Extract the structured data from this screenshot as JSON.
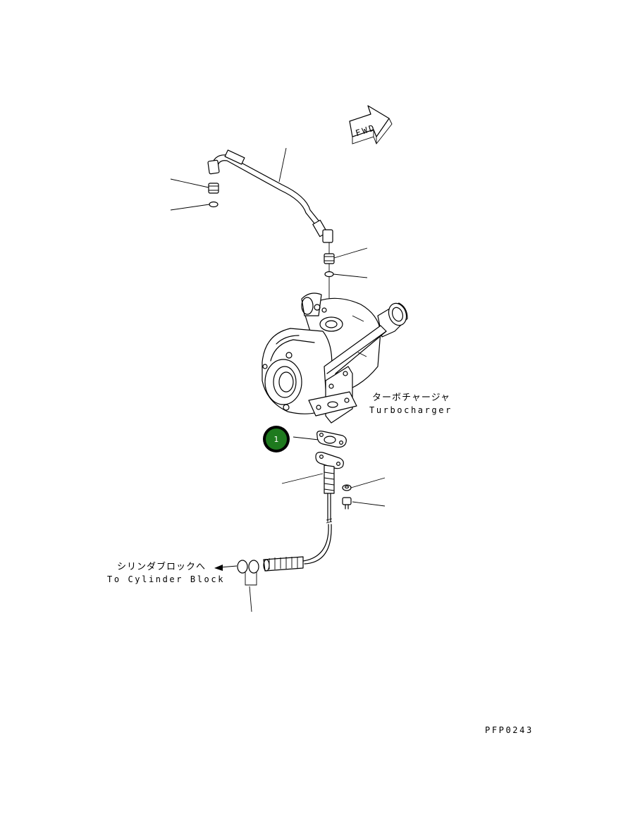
{
  "labels": {
    "fwd": "FWD",
    "turbo_jp": "ターボチャージャ",
    "turbo_en": "Turbocharger",
    "cyl_jp": "シリンダブロックへ",
    "cyl_en": "To Cylinder Block",
    "drawing_code": "PFP0243"
  },
  "callout": {
    "number": "1",
    "color": "#1e7a1e",
    "ring_color": "#000000"
  }
}
